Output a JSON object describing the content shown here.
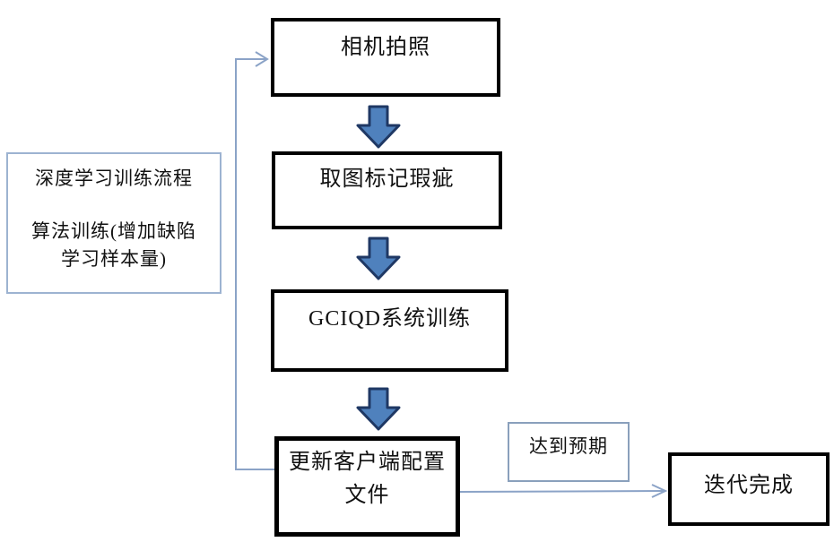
{
  "legend_box": {
    "line1": "深度学习训练流程",
    "line2": "算法训练(增加缺陷",
    "line3": "学习样本量)"
  },
  "flow": {
    "nodes": [
      {
        "label": "相机拍照"
      },
      {
        "label": "取图标记瑕疵"
      },
      {
        "label": "GCIQD系统训练"
      },
      {
        "label_line1": "更新客户端配置",
        "label_line2": "文件"
      },
      {
        "label": "迭代完成"
      }
    ],
    "edge_label": "达到预期"
  },
  "colors": {
    "node_border": "#000000",
    "block_arrow_fill": "#4f81bd",
    "block_arrow_border": "#1f3864",
    "connector_line": "#8ba3c7",
    "legend_border": "#9db3d1",
    "edge_label_border": "#8aa0bc",
    "background": "#ffffff"
  }
}
